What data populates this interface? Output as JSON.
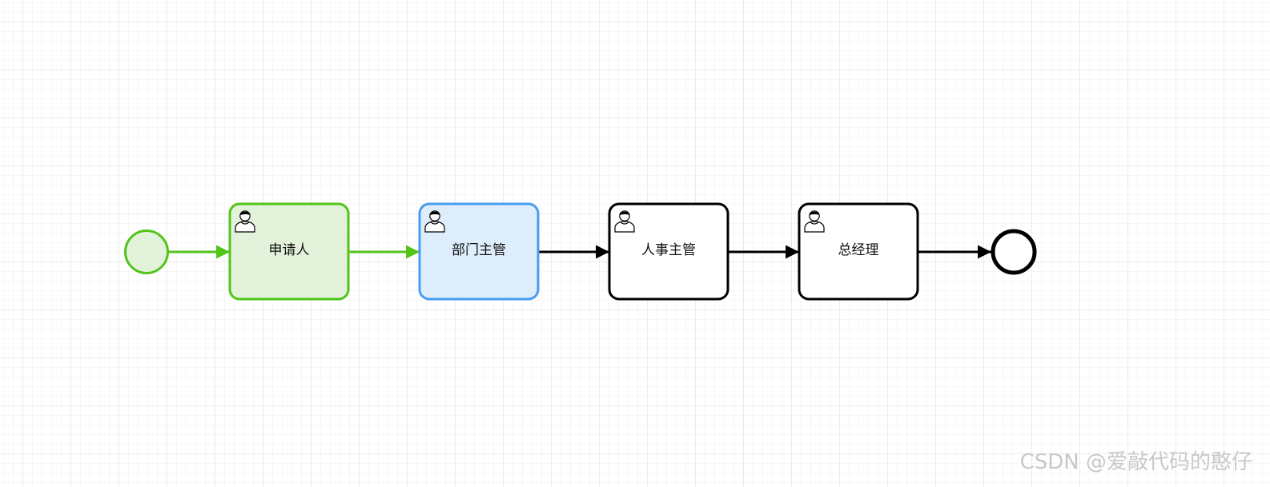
{
  "diagram": {
    "tasks": [
      {
        "label": "申请人",
        "state": "completed"
      },
      {
        "label": "部门主管",
        "state": "active"
      },
      {
        "label": "人事主管",
        "state": "pending"
      },
      {
        "label": "总经理",
        "state": "pending"
      }
    ],
    "colors": {
      "completed_stroke": "#52c41a",
      "completed_fill": "#e3f3db",
      "active_stroke": "#4a9df0",
      "active_fill": "#deedfc",
      "pending_stroke": "#000000",
      "pending_fill": "#ffffff"
    },
    "icons": {
      "task_type": "user-icon"
    }
  },
  "watermark": "CSDN @爱敲代码的憨仔"
}
